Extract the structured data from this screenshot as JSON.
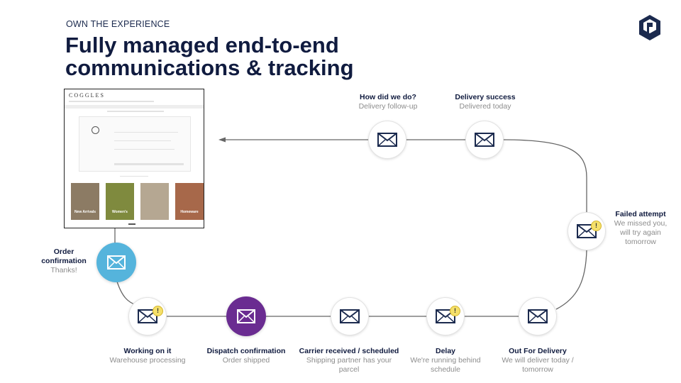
{
  "header": {
    "eyebrow": "OWN THE EXPERIENCE",
    "title_line1": "Fully managed end-to-end",
    "title_line2": "communications & tracking"
  },
  "logo": {
    "icon": "brand-cube-logo-icon",
    "color": "#1b2a4e"
  },
  "colors": {
    "navy": "#101b3f",
    "blue": "#55b4dc",
    "purple": "#6a2c91",
    "grey_text": "#8d8d8d",
    "connector": "#666666",
    "alert": "#f5e06a"
  },
  "screenshot": {
    "brand": "COGGLES",
    "tiles": [
      "New Arrivals",
      "Women's",
      "",
      "Homeware"
    ]
  },
  "steps": {
    "order_confirmation": {
      "title_line1": "Order",
      "title_line2": "confirmation",
      "subtitle": "Thanks!",
      "icon": "envelope-icon"
    },
    "working_on_it": {
      "title": "Working on it",
      "subtitle": "Warehouse processing",
      "icon": "envelope-alert-icon"
    },
    "dispatch_confirmation": {
      "title": "Dispatch confirmation",
      "subtitle": "Order shipped",
      "icon": "envelope-icon"
    },
    "carrier_received": {
      "title": "Carrier received / scheduled",
      "subtitle_line1": "Shipping partner has your",
      "subtitle_line2": "parcel",
      "icon": "envelope-icon"
    },
    "delay": {
      "title": "Delay",
      "subtitle_line1": "We're running behind",
      "subtitle_line2": "schedule",
      "icon": "envelope-alert-icon"
    },
    "out_for_delivery": {
      "title": "Out For Delivery",
      "subtitle_line1": "We will deliver today /",
      "subtitle_line2": "tomorrow",
      "icon": "envelope-icon"
    },
    "failed_attempt": {
      "title": "Failed attempt",
      "subtitle_line1": "We missed you,",
      "subtitle_line2": "will try again",
      "subtitle_line3": "tomorrow",
      "icon": "envelope-alert-icon"
    },
    "delivery_success": {
      "title": "Delivery success",
      "subtitle": "Delivered today",
      "icon": "envelope-icon"
    },
    "follow_up": {
      "title": "How did we do?",
      "subtitle": "Delivery follow-up",
      "icon": "envelope-icon"
    }
  }
}
